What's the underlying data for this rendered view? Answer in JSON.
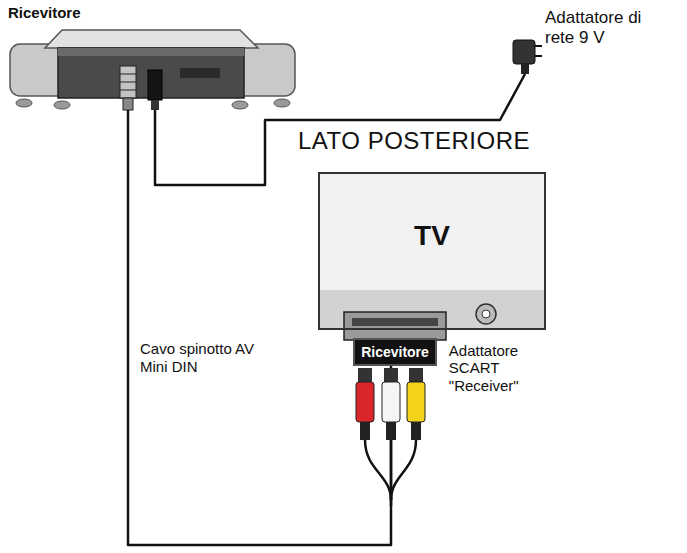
{
  "diagram": {
    "nodes": [
      {
        "text": [
          "Ricevitore"
        ]
      },
      {
        "text": [
          "Adattatore di rete 9 V"
        ]
      },
      {
        "text": [
          "TV"
        ]
      },
      {
        "text": [
          "Ricevitore",
          "Adattatore SCART \"Receiver\""
        ]
      }
    ],
    "edges": [
      {
        "from": 0,
        "to": 1,
        "arrow": "none"
      },
      {
        "from": 0,
        "to": 3,
        "arrow": "none",
        "label": "Cavo spinotto AV Mini DIN"
      }
    ],
    "labels": [
      "LATO POSTERIORE"
    ]
  }
}
